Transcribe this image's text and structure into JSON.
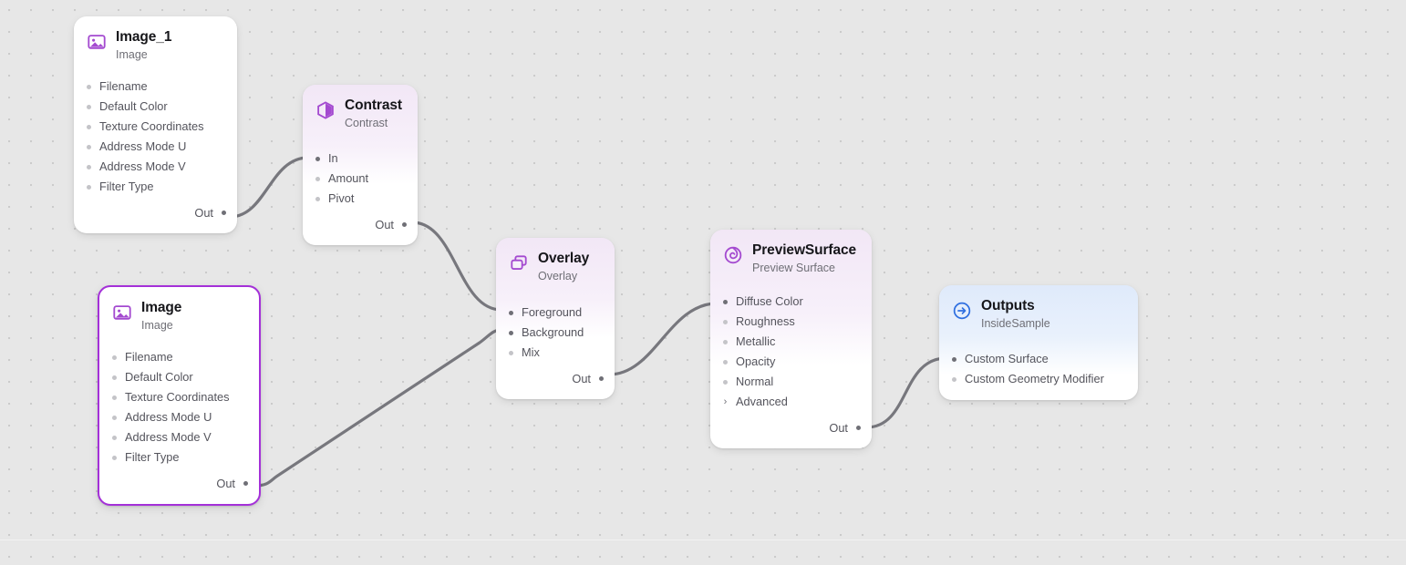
{
  "canvas": {
    "background_color": "#e7e7e7",
    "dot_grid_color": "#d8d8d8",
    "wire_color": "#77777d",
    "selection_color": "#a430d8"
  },
  "nodes": [
    {
      "id": "image_1",
      "title": "Image_1",
      "subtitle": "Image",
      "icon": "image-icon",
      "icon_color": "#a44ad0",
      "selected": false,
      "tint": "none",
      "inputs": [
        {
          "label": "Filename",
          "connected": false,
          "kind": "dot"
        },
        {
          "label": "Default Color",
          "connected": false,
          "kind": "dot"
        },
        {
          "label": "Texture Coordinates",
          "connected": false,
          "kind": "dot"
        },
        {
          "label": "Address Mode U",
          "connected": false,
          "kind": "dot"
        },
        {
          "label": "Address Mode V",
          "connected": false,
          "kind": "dot"
        },
        {
          "label": "Filter Type",
          "connected": false,
          "kind": "dot"
        }
      ],
      "output_label": "Out"
    },
    {
      "id": "contrast",
      "title": "Contrast",
      "subtitle": "Contrast",
      "icon": "hexagon-contrast-icon",
      "icon_color": "#a44ad0",
      "selected": false,
      "tint": "purple",
      "inputs": [
        {
          "label": "In",
          "connected": true,
          "kind": "dot"
        },
        {
          "label": "Amount",
          "connected": false,
          "kind": "dot"
        },
        {
          "label": "Pivot",
          "connected": false,
          "kind": "dot"
        }
      ],
      "output_label": "Out"
    },
    {
      "id": "image",
      "title": "Image",
      "subtitle": "Image",
      "icon": "image-icon",
      "icon_color": "#a44ad0",
      "selected": true,
      "tint": "none",
      "inputs": [
        {
          "label": "Filename",
          "connected": false,
          "kind": "dot"
        },
        {
          "label": "Default Color",
          "connected": false,
          "kind": "dot"
        },
        {
          "label": "Texture Coordinates",
          "connected": false,
          "kind": "dot"
        },
        {
          "label": "Address Mode U",
          "connected": false,
          "kind": "dot"
        },
        {
          "label": "Address Mode V",
          "connected": false,
          "kind": "dot"
        },
        {
          "label": "Filter Type",
          "connected": false,
          "kind": "dot"
        }
      ],
      "output_label": "Out"
    },
    {
      "id": "overlay",
      "title": "Overlay",
      "subtitle": "Overlay",
      "icon": "layers-overlay-icon",
      "icon_color": "#a44ad0",
      "selected": false,
      "tint": "purple",
      "inputs": [
        {
          "label": "Foreground",
          "connected": true,
          "kind": "dot"
        },
        {
          "label": "Background",
          "connected": true,
          "kind": "dot"
        },
        {
          "label": "Mix",
          "connected": false,
          "kind": "dot"
        }
      ],
      "output_label": "Out"
    },
    {
      "id": "preview_surface",
      "title": "PreviewSurface",
      "subtitle": "Preview Surface",
      "icon": "surface-sphere-icon",
      "icon_color": "#a44ad0",
      "selected": false,
      "tint": "purple",
      "inputs": [
        {
          "label": "Diffuse Color",
          "connected": true,
          "kind": "dot"
        },
        {
          "label": "Roughness",
          "connected": false,
          "kind": "dot"
        },
        {
          "label": "Metallic",
          "connected": false,
          "kind": "dot"
        },
        {
          "label": "Opacity",
          "connected": false,
          "kind": "dot"
        },
        {
          "label": "Normal",
          "connected": false,
          "kind": "dot"
        },
        {
          "label": "Advanced",
          "connected": false,
          "kind": "chevron"
        }
      ],
      "output_label": "Out"
    },
    {
      "id": "outputs",
      "title": "Outputs",
      "subtitle": "InsideSample",
      "icon": "arrow-circle-right-icon",
      "icon_color": "#2f6fe0",
      "selected": false,
      "tint": "blue",
      "inputs": [
        {
          "label": "Custom Surface",
          "connected": true,
          "kind": "dot"
        },
        {
          "label": "Custom Geometry Modifier",
          "connected": false,
          "kind": "dot"
        }
      ],
      "output_label": ""
    }
  ],
  "connections": [
    {
      "from": "image_1",
      "from_port": "Out",
      "to": "contrast",
      "to_port": "In"
    },
    {
      "from": "contrast",
      "from_port": "Out",
      "to": "overlay",
      "to_port": "Foreground"
    },
    {
      "from": "image",
      "from_port": "Out",
      "to": "overlay",
      "to_port": "Background"
    },
    {
      "from": "overlay",
      "from_port": "Out",
      "to": "preview_surface",
      "to_port": "Diffuse Color"
    },
    {
      "from": "preview_surface",
      "from_port": "Out",
      "to": "outputs",
      "to_port": "Custom Surface"
    }
  ]
}
